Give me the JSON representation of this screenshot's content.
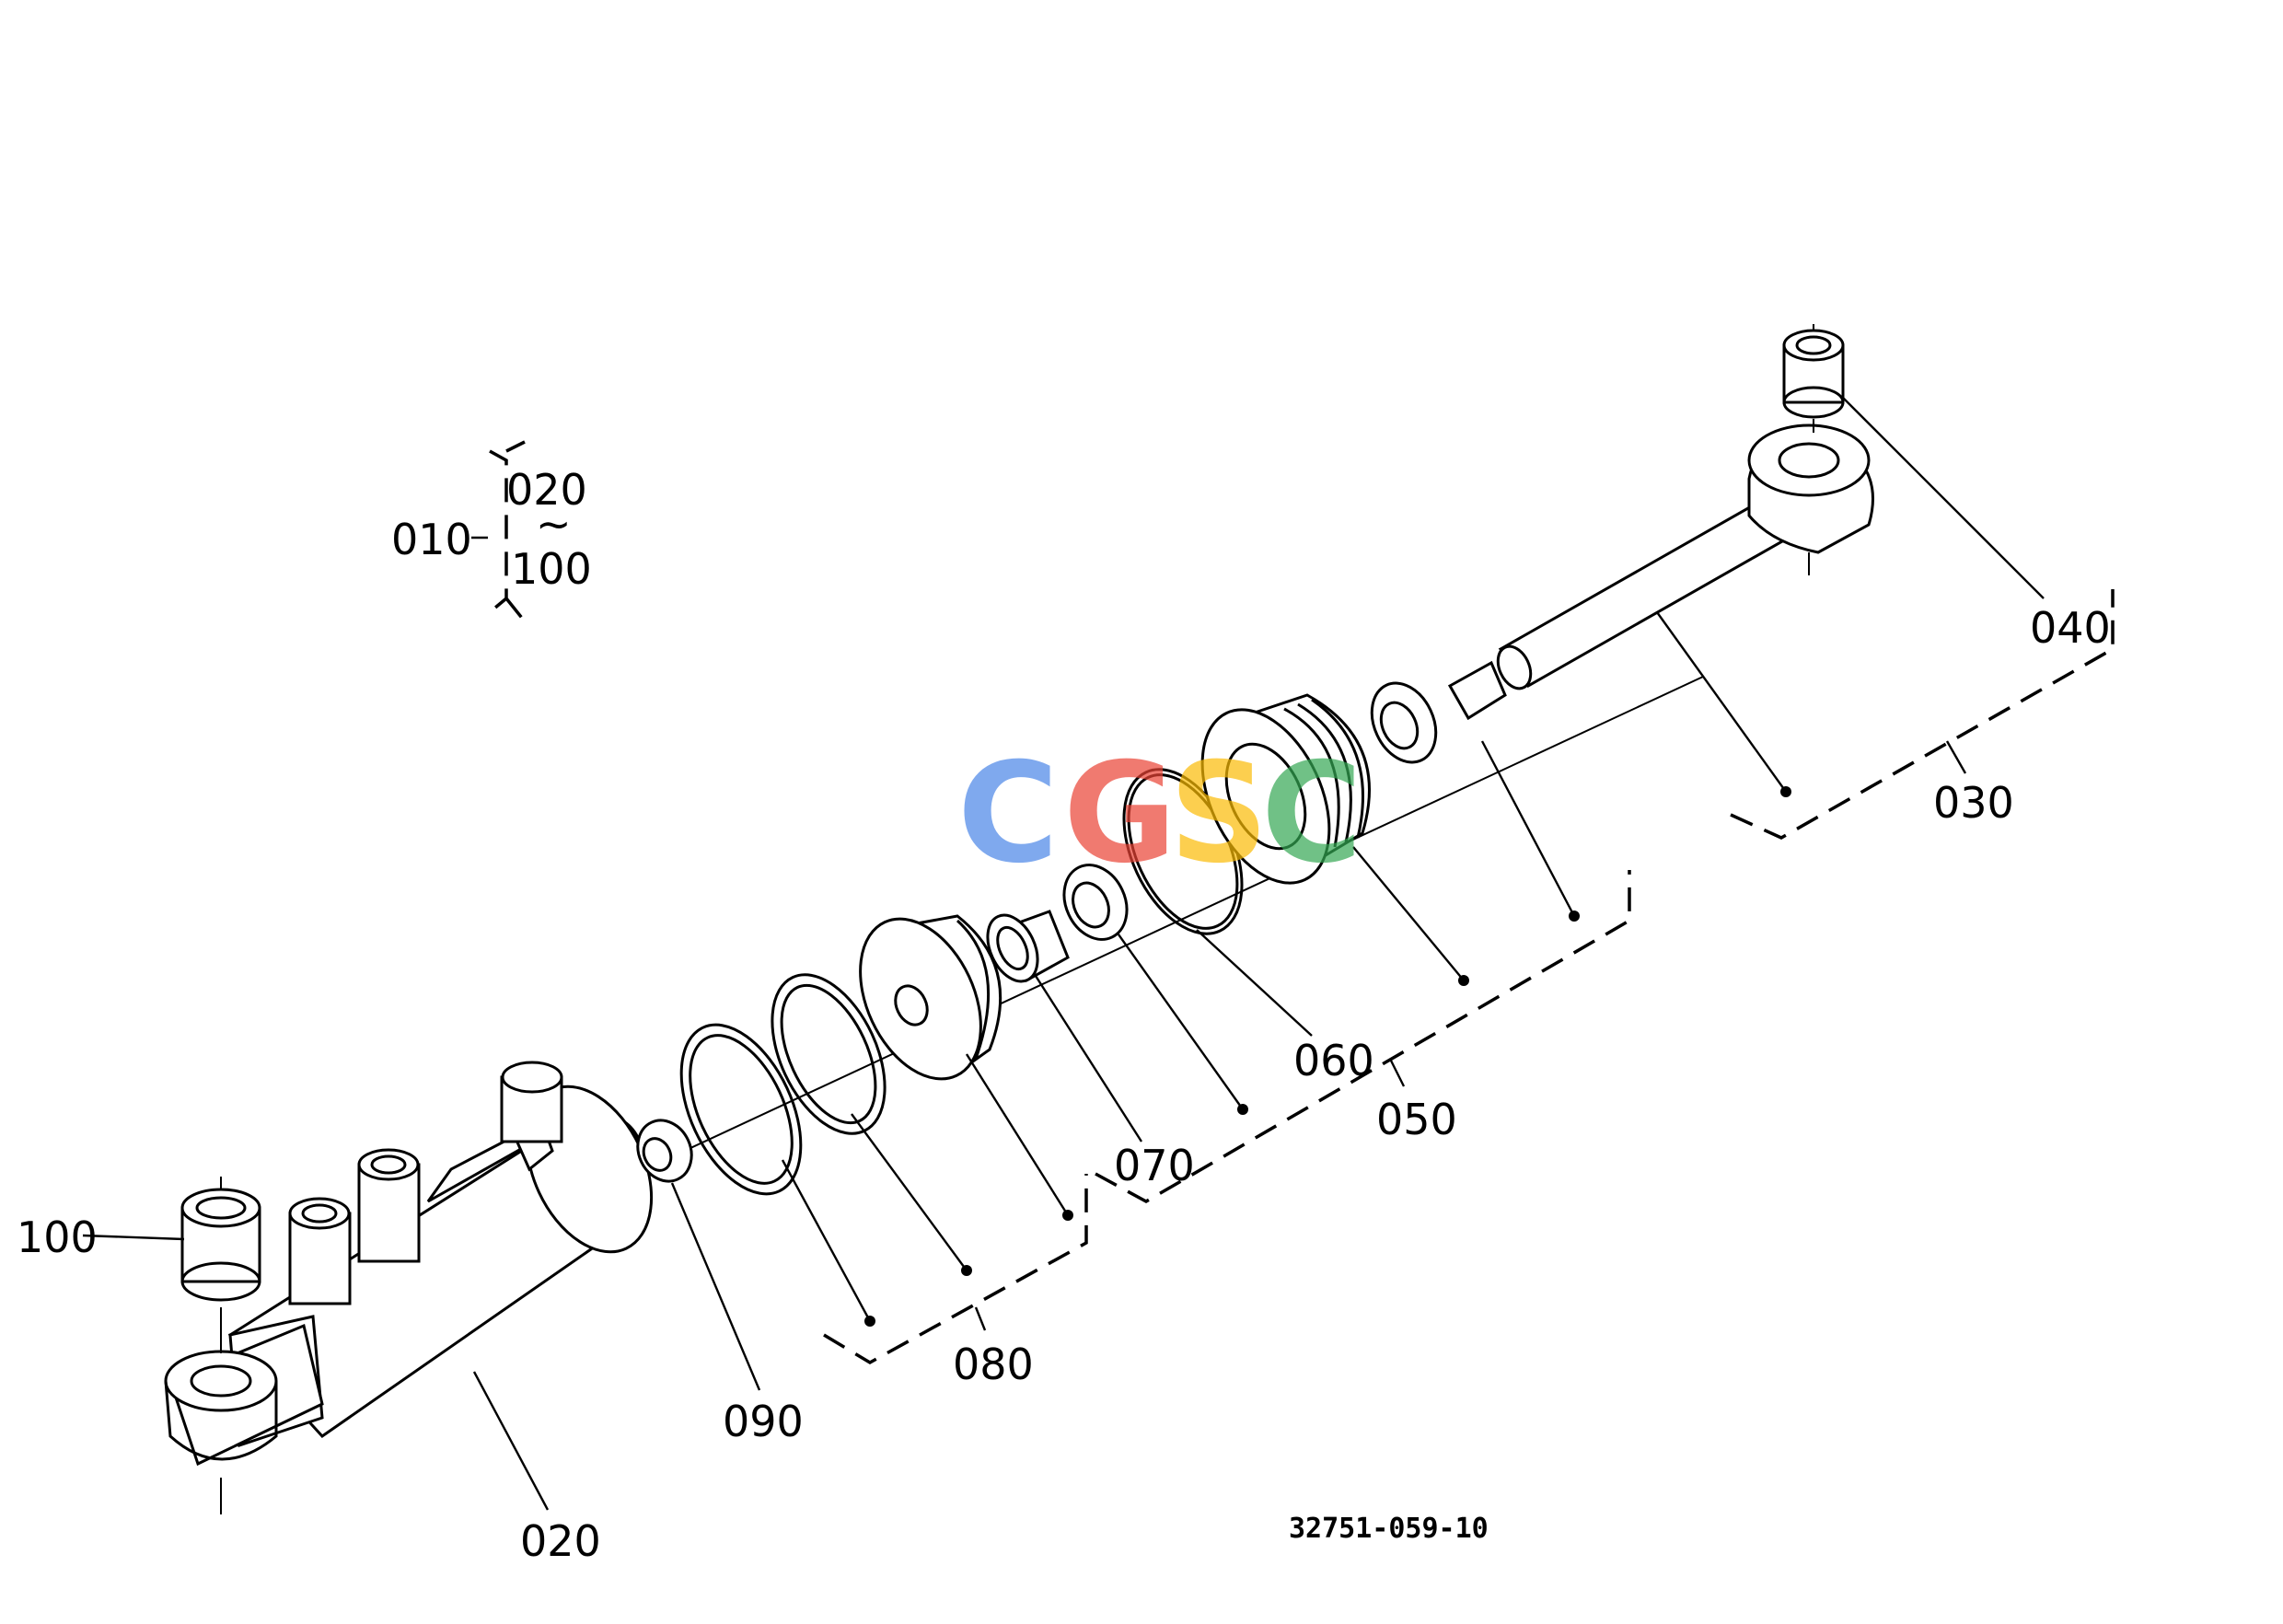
{
  "diagram": {
    "callouts": {
      "p010": "010",
      "p020_range": "020",
      "tilde": "~",
      "p100_range": "100",
      "p020": "020",
      "p030": "030",
      "p040": "040",
      "p050": "050",
      "p060": "060",
      "p070": "070",
      "p080": "080",
      "p090": "090",
      "p100": "100"
    },
    "drawing_code": "32751-059-10",
    "watermark": {
      "letters": [
        "C",
        "G",
        "S",
        "C"
      ],
      "colors": [
        "#4A86E8",
        "#EA4335",
        "#FBBC05",
        "#34A853"
      ]
    }
  }
}
